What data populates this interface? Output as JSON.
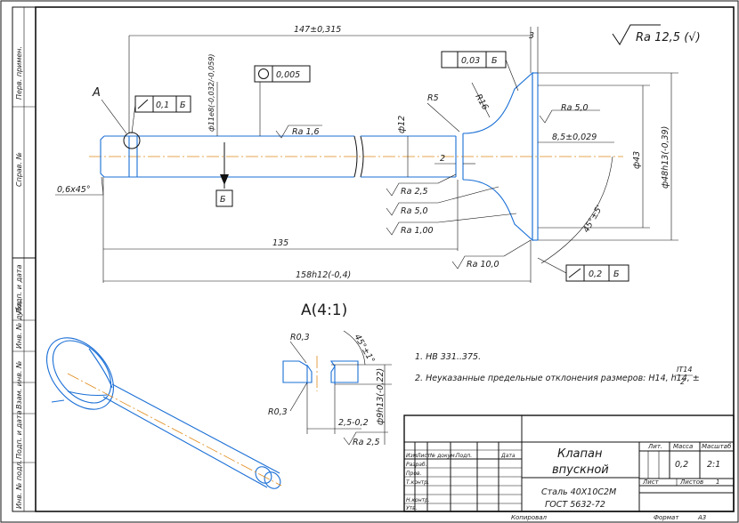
{
  "roughness": {
    "label": "Ra 12,5 (√)"
  },
  "dims": {
    "len_top": "147±0,315",
    "flange_gap": "3",
    "tol_flat": "0,03",
    "datum_b": "Б",
    "circ_val": "0,005",
    "view_letter": "A",
    "perp_top": "0,1",
    "stem_dia": "ф11e8(-0,032/-0,059)",
    "r5": "R5",
    "r16": "R16",
    "d12": "ф12",
    "ra_top": "Ra 5,0",
    "ra_stem": "Ra 1,6",
    "head_h": "8,5±0,029",
    "d43": "ф43",
    "d48": "ф48h13(-0,39)",
    "neck": "2",
    "chamfer": "0,6x45°",
    "ra25": "Ra 2,5",
    "ra50": "Ra 5,0",
    "ra100": "Ra 1,00",
    "ang": "45°±5'",
    "len135": "135",
    "ra10": "Ra 10,0",
    "len_total": "158h12(-0,4)",
    "runout_val": "0,2"
  },
  "detail": {
    "title": "A(4:1)",
    "r03a": "R0,3",
    "r03b": "R0,3",
    "ang": "45°±1°",
    "len": "2,5-0,2",
    "dia": "ф9h13(-0,22)",
    "ra": "Ra 2,5"
  },
  "notes": {
    "n1": "1. НВ 331..375.",
    "n2": "2. Неуказанные предельные отклонения размеров: H14, h14, ±",
    "frac_top": "IT14",
    "frac_bot": "2"
  },
  "side_strip": [
    "Перв. примен.",
    "Справ. №",
    "Подп. и дата",
    "Инв. № дубл.",
    "Взам. инв. №",
    "Подп. и дата",
    "Инв. № подл."
  ],
  "title_block": {
    "name1": "Клапан",
    "name2": "впускной",
    "material1": "Сталь 40Х10С2М",
    "material2": "ГОСТ 5632-72",
    "col_lit": "Лит.",
    "col_mass": "Масса",
    "col_scale": "Масштаб",
    "mass": "0,2",
    "scale": "2:1",
    "sheet": "Лист",
    "sheets": "Листов",
    "sheets_n": "1",
    "rows": [
      "Изм.",
      "Лист",
      "№ докум.",
      "Подп.",
      "Дата"
    ],
    "roles": [
      "Разраб.",
      "Пров.",
      "Т.контр.",
      "",
      "Н.контр.",
      "Утв."
    ],
    "bottom_copy": "Копировал",
    "bottom_format": "Формат",
    "format_value": "А3"
  }
}
